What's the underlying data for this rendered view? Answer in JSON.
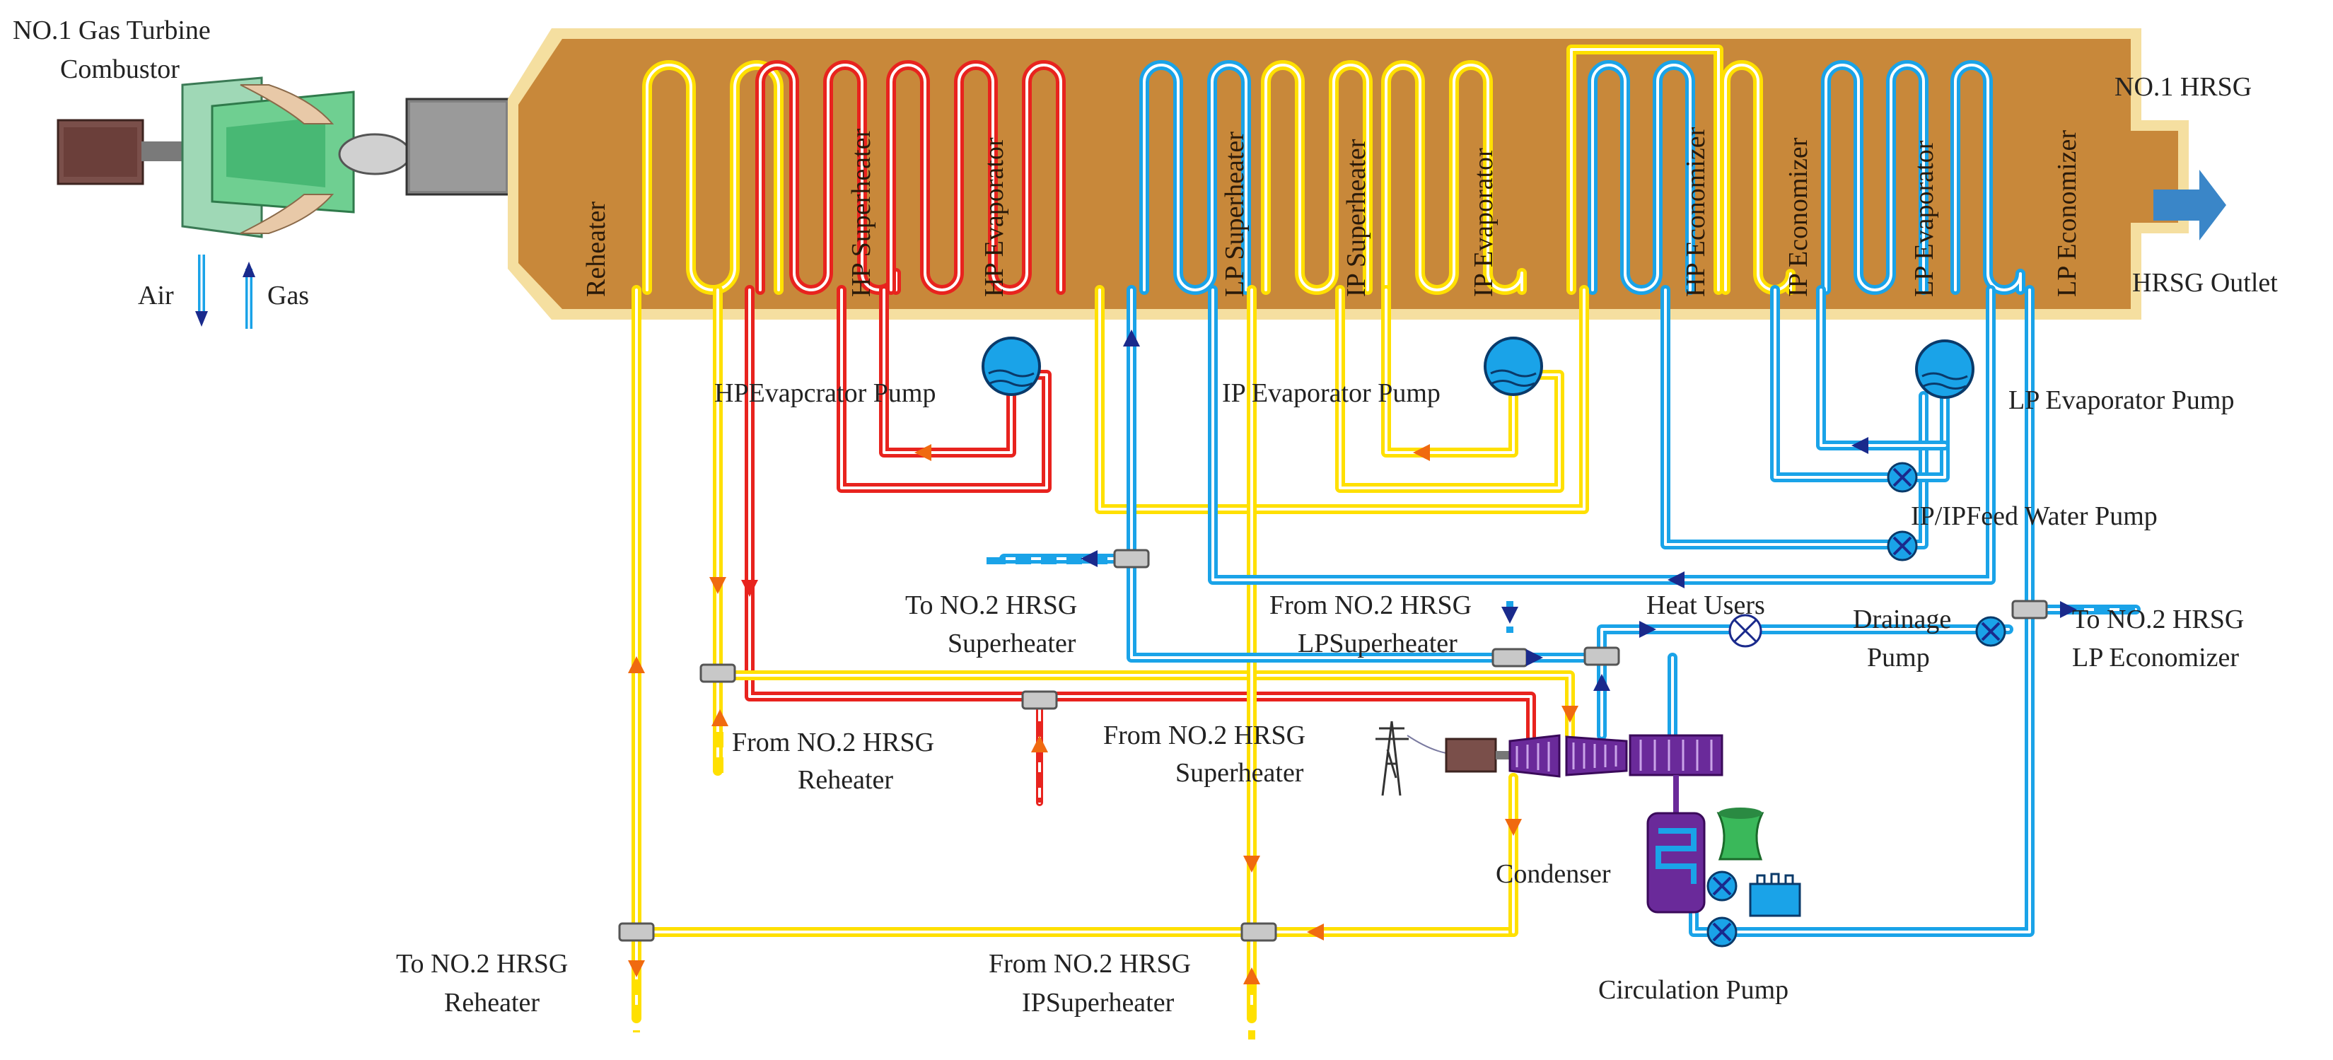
{
  "labels": {
    "gas_turbine_line1": "NO.1 Gas Turbine",
    "gas_turbine_line2": "Combustor",
    "air": "Air",
    "gas": "Gas",
    "hrsg_title": "NO.1 HRSG",
    "hrsg_outlet": "HRSG Outlet",
    "hp_pump": "HPEvapcrator Pump",
    "ip_pump": "IP Evaporator Pump",
    "lp_pump": "LP Evaporator Pump",
    "feed_pump": "IP/IPFeed Water Pump",
    "to_no2_sh_1": "To NO.2 HRSG",
    "to_no2_sh_2": "Superheater",
    "from_no2_lpsh_1": "From NO.2 HRSG",
    "from_no2_lpsh_2": "LPSuperheater",
    "heat_users": "Heat Users",
    "drainage_1": "Drainage",
    "drainage_2": "Pump",
    "to_no2_lpeco_1": "To NO.2 HRSG",
    "to_no2_lpeco_2": "LP Economizer",
    "from_no2_rh_1": "From NO.2 HRSG",
    "from_no2_rh_2": "Reheater",
    "from_no2_sh_1": "From NO.2 HRSG",
    "from_no2_sh_2": "Superheater",
    "condenser": "Condenser",
    "to_no2_rh_1": "To NO.2 HRSG",
    "to_no2_rh_2": "Reheater",
    "from_no2_ipsh_1": "From NO.2 HRSG",
    "from_no2_ipsh_2": "IPSuperheater",
    "circulation_pump": "Circulation Pump"
  },
  "sections": [
    "Reheater",
    "HP Superheater",
    "HP Evaporator",
    "LP Superheater",
    "IP Superheater",
    "IP Evaporator",
    "HP Economizer",
    "IP Economizer",
    "LP Evaporator",
    "LP Economizer"
  ],
  "colors": {
    "hrsg_fill": "#C8883A",
    "hrsg_border": "#F5DFA0",
    "steam_yellow": "#FFE000",
    "hp_red": "#E8231E",
    "water_blue": "#1AA3E8",
    "arrow_orange": "#F06A10",
    "arrow_navy": "#1A2A8C",
    "outlet_arrow": "#3A86C8",
    "turbine_purple": "#6A2A9A"
  }
}
